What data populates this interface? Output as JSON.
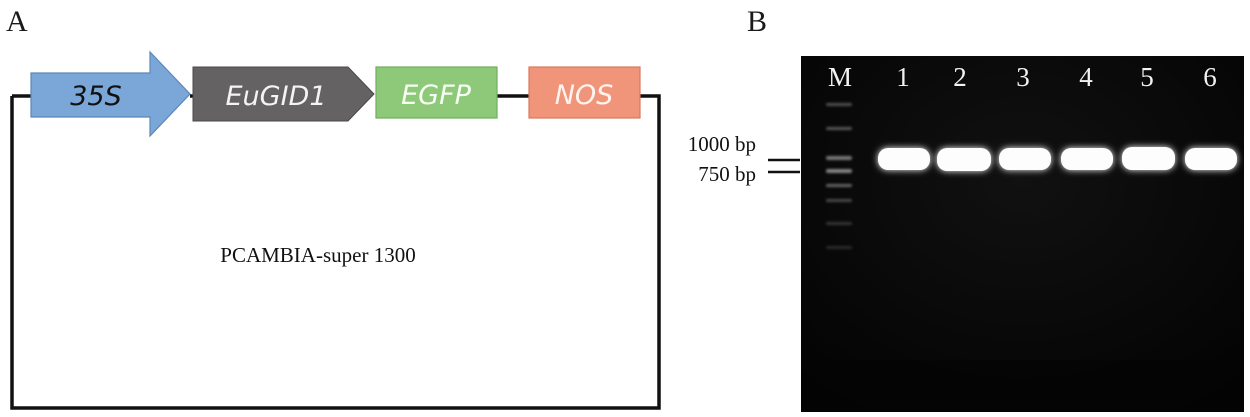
{
  "panel_a": {
    "letter": "A",
    "vector_name": "PCAMBIA-super 1300",
    "elements": [
      {
        "name": "35S",
        "color": "#7aa7d8"
      },
      {
        "name": "EuGID1",
        "color": "#646262"
      },
      {
        "name": "EGFP",
        "color": "#8ec97a"
      },
      {
        "name": "NOS",
        "color": "#f1957a"
      }
    ]
  },
  "panel_b": {
    "letter": "B",
    "marker_label": "M",
    "lanes": [
      "1",
      "2",
      "3",
      "4",
      "5",
      "6"
    ],
    "size_markers": [
      "1000 bp",
      "750 bp"
    ],
    "gel_background": "#080808",
    "band_color": "#fdfdfd"
  }
}
